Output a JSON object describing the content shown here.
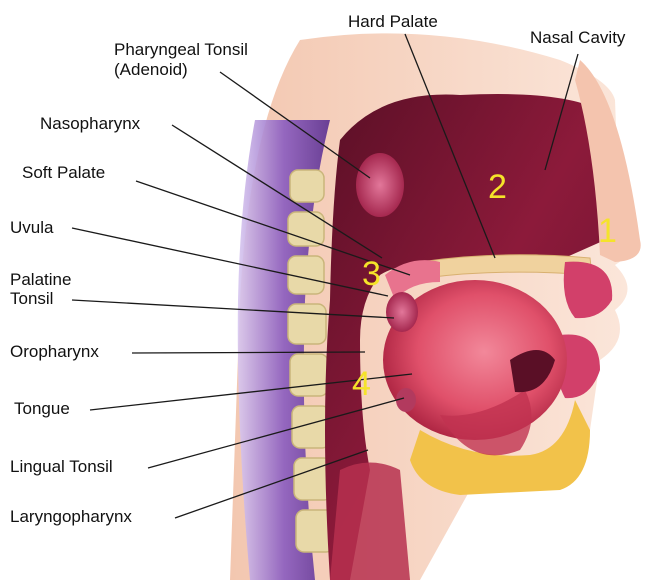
{
  "labels": {
    "hard_palate": "Hard Palate",
    "nasal_cavity": "Nasal Cavity",
    "pharyngeal_tonsil_line1": "Pharyngeal Tonsil",
    "pharyngeal_tonsil_line2": "(Adenoid)",
    "nasopharynx": "Nasopharynx",
    "soft_palate": "Soft Palate",
    "uvula": "Uvula",
    "palatine_tonsil_line1": "Palatine",
    "palatine_tonsil_line2": "Tonsil",
    "oropharynx": "Oropharynx",
    "tongue": "Tongue",
    "lingual_tonsil": "Lingual Tonsil",
    "laryngopharynx": "Laryngopharynx"
  },
  "region_numbers": {
    "n1": "1",
    "n2": "2",
    "n3": "3",
    "n4": "4"
  },
  "colors": {
    "number": "#f5e32a",
    "leader_line": "#1a1a1a",
    "cavity": "#8c1a3a",
    "tongue": "#e0506a",
    "skin": "#f6d3c0",
    "vertebra": "#e8d9a8",
    "spine_purple": "#8a5cc0",
    "tonsil": "#c2466e"
  }
}
